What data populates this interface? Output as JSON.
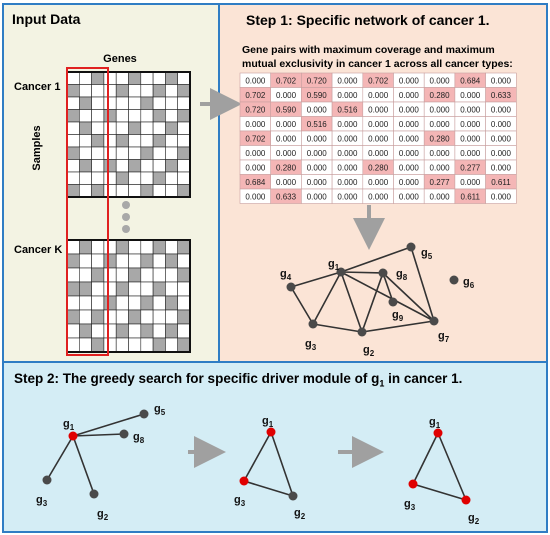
{
  "input": {
    "title": "Input Data",
    "genes_label": "Genes",
    "samples_label": "Samples",
    "cancer1_label": "Cancer 1",
    "cancerk_label": "Cancer K"
  },
  "step1": {
    "title": "Step 1: Specific network of cancer 1.",
    "caption_line1": "Gene pairs with maximum coverage and maximum",
    "caption_line2": "mutual exclusivity in cancer 1 across all cancer types:",
    "matrix": [
      [
        "0.000",
        "0.702",
        "0.720",
        "0.000",
        "0.702",
        "0.000",
        "0.000",
        "0.684",
        "0.000"
      ],
      [
        "0.702",
        "0.000",
        "0.590",
        "0.000",
        "0.000",
        "0.000",
        "0.280",
        "0.000",
        "0.633"
      ],
      [
        "0.720",
        "0.590",
        "0.000",
        "0.516",
        "0.000",
        "0.000",
        "0.000",
        "0.000",
        "0.000"
      ],
      [
        "0.000",
        "0.000",
        "0.516",
        "0.000",
        "0.000",
        "0.000",
        "0.000",
        "0.000",
        "0.000"
      ],
      [
        "0.702",
        "0.000",
        "0.000",
        "0.000",
        "0.000",
        "0.000",
        "0.280",
        "0.000",
        "0.000"
      ],
      [
        "0.000",
        "0.000",
        "0.000",
        "0.000",
        "0.000",
        "0.000",
        "0.000",
        "0.000",
        "0.000"
      ],
      [
        "0.000",
        "0.280",
        "0.000",
        "0.000",
        "0.280",
        "0.000",
        "0.000",
        "0.277",
        "0.000"
      ],
      [
        "0.684",
        "0.000",
        "0.000",
        "0.000",
        "0.000",
        "0.000",
        "0.277",
        "0.000",
        "0.611"
      ],
      [
        "0.000",
        "0.633",
        "0.000",
        "0.000",
        "0.000",
        "0.000",
        "0.000",
        "0.611",
        "0.000"
      ]
    ],
    "nodes": {
      "g1": {
        "letter": "g",
        "sub": "1"
      },
      "g2": {
        "letter": "g",
        "sub": "2"
      },
      "g3": {
        "letter": "g",
        "sub": "3"
      },
      "g4": {
        "letter": "g",
        "sub": "4"
      },
      "g5": {
        "letter": "g",
        "sub": "5"
      },
      "g6": {
        "letter": "g",
        "sub": "6"
      },
      "g7": {
        "letter": "g",
        "sub": "7"
      },
      "g8": {
        "letter": "g",
        "sub": "8"
      },
      "g9": {
        "letter": "g",
        "sub": "9"
      }
    }
  },
  "step2": {
    "title_main": "Step 2: The greedy search for specific driver module of g",
    "title_sub": "1",
    "title_tail": " in cancer 1."
  },
  "colors": {
    "panel_border": "#2f7dc4",
    "input_bg": "#f3f3e3",
    "step1_bg": "#fbe4d6",
    "step2_bg": "#d4edf5",
    "cell_highlight": "#f4b6b6",
    "mutated_cell": "#a8a8a8",
    "node_gray": "#4a4a4a",
    "node_red": "#e00000",
    "arrow_gray": "#a0a0a0",
    "frame_red": "#e02020"
  }
}
